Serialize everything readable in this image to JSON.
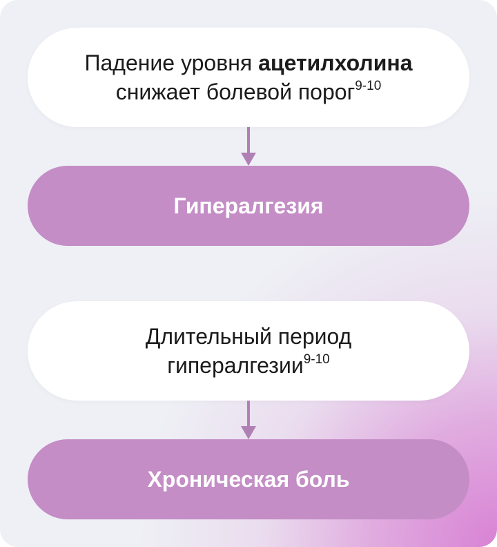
{
  "steps": [
    {
      "text_before": "Падение уровня ",
      "text_bold": "ацетилхолина",
      "text_line2": "снижает болевой порог",
      "ref": "9-10"
    },
    {
      "text": "Гипералгезия"
    },
    {
      "text_line1": "Длительный период",
      "text_line2": "гипералгезии",
      "ref": "9-10"
    },
    {
      "text": "Хроническая боль"
    }
  ],
  "colors": {
    "pill_accent": "#c48dc6",
    "arrow": "#b080b4",
    "background": "#eef0f5",
    "gradient_corner": "#d884d4"
  }
}
